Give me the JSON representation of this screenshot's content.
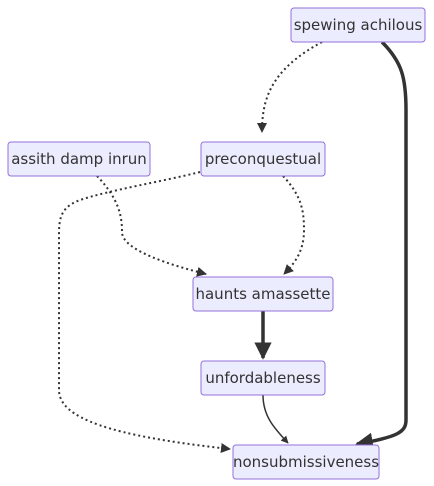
{
  "diagram": {
    "type": "flowchart",
    "nodes": [
      {
        "id": "spewing",
        "label": "spewing achilous"
      },
      {
        "id": "assith",
        "label": "assith damp inrun"
      },
      {
        "id": "precon",
        "label": "preconquestual"
      },
      {
        "id": "haunts",
        "label": "haunts amassette"
      },
      {
        "id": "unford",
        "label": "unfordableness"
      },
      {
        "id": "nonsub",
        "label": "nonsubmissiveness"
      }
    ],
    "edges": [
      {
        "from": "spewing",
        "to": "precon",
        "style": "dotted"
      },
      {
        "from": "spewing",
        "to": "nonsub",
        "style": "thick"
      },
      {
        "from": "assith",
        "to": "haunts",
        "style": "dotted"
      },
      {
        "from": "precon",
        "to": "haunts",
        "style": "dotted"
      },
      {
        "from": "precon",
        "to": "nonsub",
        "style": "dotted"
      },
      {
        "from": "haunts",
        "to": "unford",
        "style": "thick"
      },
      {
        "from": "unford",
        "to": "nonsub",
        "style": "normal"
      }
    ],
    "colors": {
      "node_fill": "#ECECFF",
      "node_stroke": "#9370DB",
      "text": "#333333",
      "edge": "#333333"
    }
  }
}
